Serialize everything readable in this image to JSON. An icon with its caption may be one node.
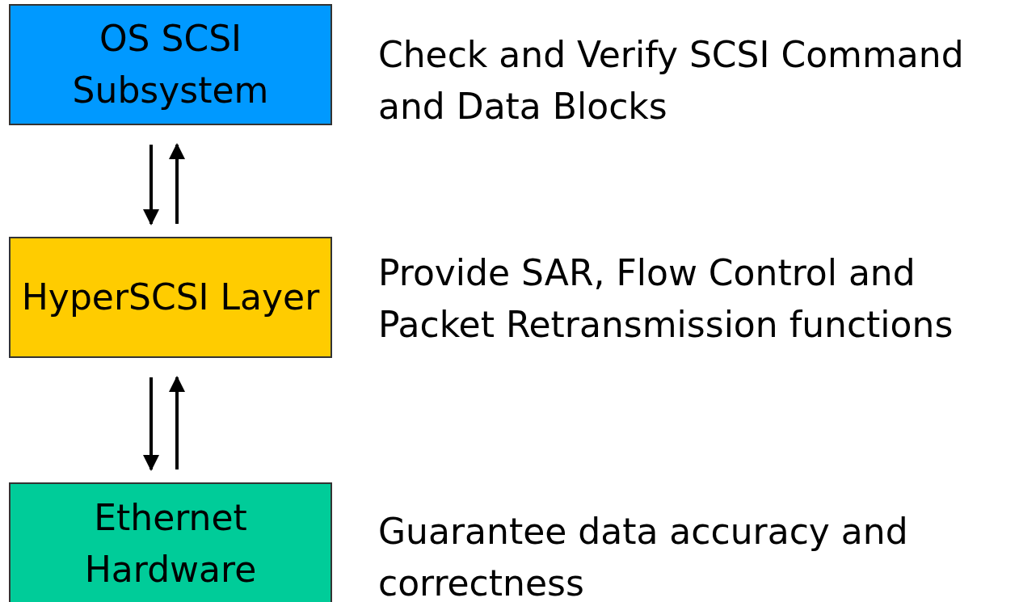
{
  "diagram": {
    "nodes": [
      {
        "text": [
          "OS SCSI Subsystem"
        ],
        "beside": [
          "Check and Verify SCSI Command and Data Blocks"
        ]
      },
      {
        "text": [
          "HyperSCSI Layer"
        ],
        "beside": [
          "Provide SAR, Flow Control and Packet Retransmission functions"
        ]
      },
      {
        "text": [
          "Ethernet Hardware"
        ],
        "beside": [
          "Guarantee data accuracy and correctness"
        ]
      }
    ],
    "edges": [
      {
        "from": 0,
        "to": 1,
        "arrow": "to"
      },
      {
        "from": 1,
        "to": 0,
        "arrow": "to"
      },
      {
        "from": 1,
        "to": 2,
        "arrow": "to"
      },
      {
        "from": 2,
        "to": 1,
        "arrow": "to"
      }
    ]
  }
}
